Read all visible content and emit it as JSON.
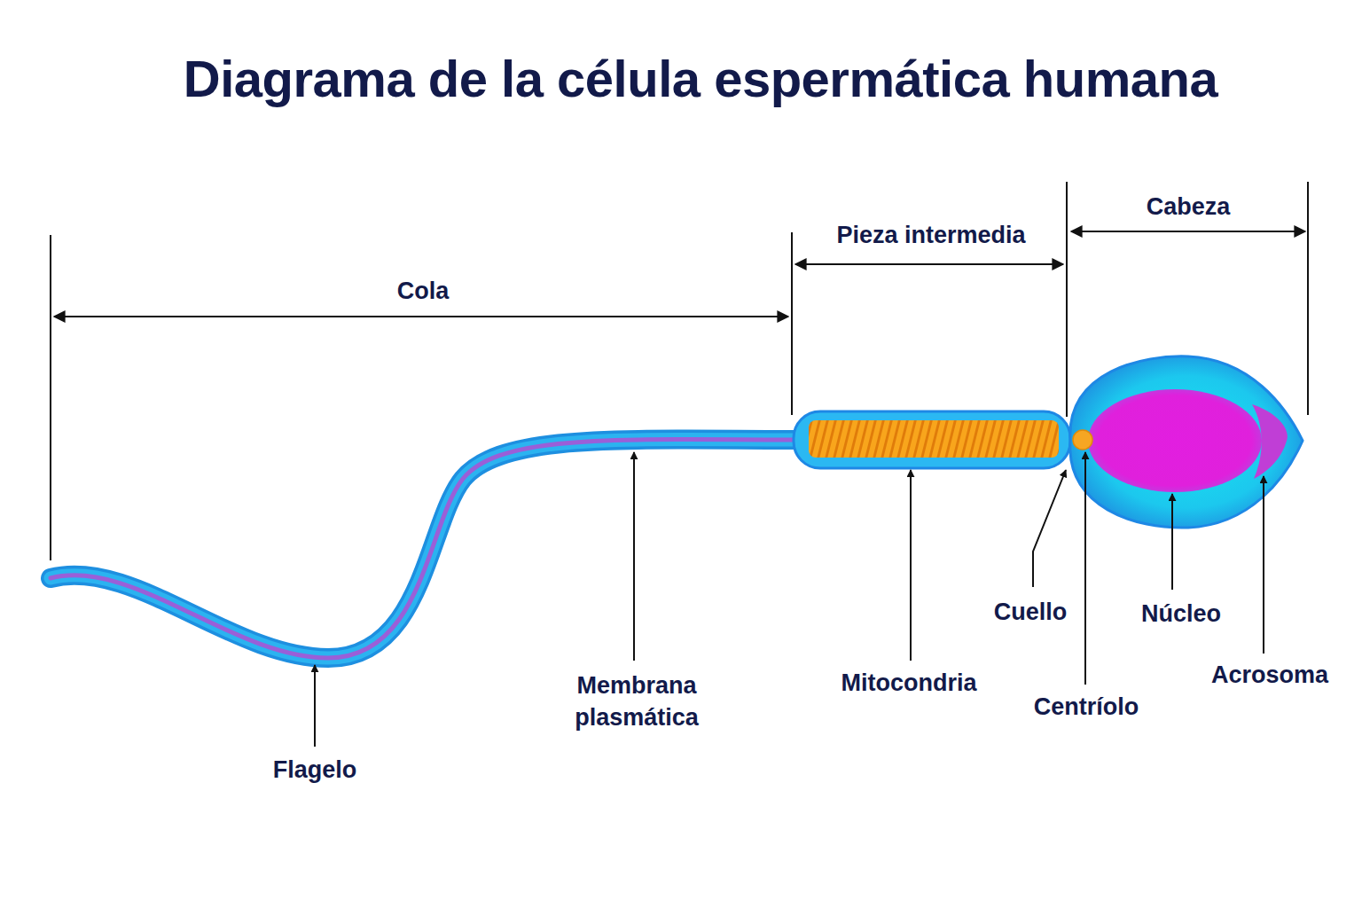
{
  "diagram": {
    "title": "Diagrama de la célula espermática humana",
    "labels": [
      "Cabeza",
      "Pieza intermedia",
      "Cola",
      "Cuello",
      "Núcleo",
      "Acrosoma",
      "Membrana plasmática",
      "Mitocondria",
      "Centríolo",
      "Flagelo"
    ]
  }
}
